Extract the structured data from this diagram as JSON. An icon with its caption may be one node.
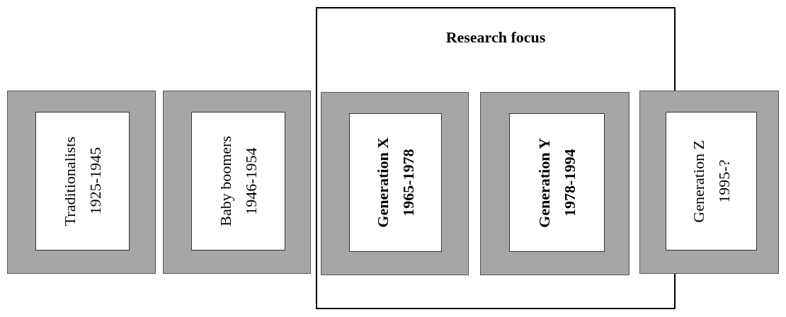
{
  "diagram": {
    "nodes": [
      {
        "text": [
          "Research focus"
        ]
      },
      {
        "text": [],
        "shape": "box"
      },
      {
        "text": [
          "Traditionalists",
          "1925-1945"
        ],
        "in": 1
      },
      {
        "text": [],
        "shape": "box"
      },
      {
        "text": [
          "Baby boomers",
          "1946-1954"
        ],
        "in": 3
      },
      {
        "text": [],
        "shape": "box",
        "in": 0
      },
      {
        "text": [
          "Generation X",
          "1965-1978"
        ],
        "in": 5
      },
      {
        "text": [],
        "shape": "box",
        "in": 0
      },
      {
        "text": [
          "Generation Y",
          "1978-1994"
        ],
        "in": 7
      },
      {
        "text": [],
        "shape": "box"
      },
      {
        "text": [
          "Generation Z",
          "1995-?"
        ],
        "in": 9
      }
    ]
  }
}
